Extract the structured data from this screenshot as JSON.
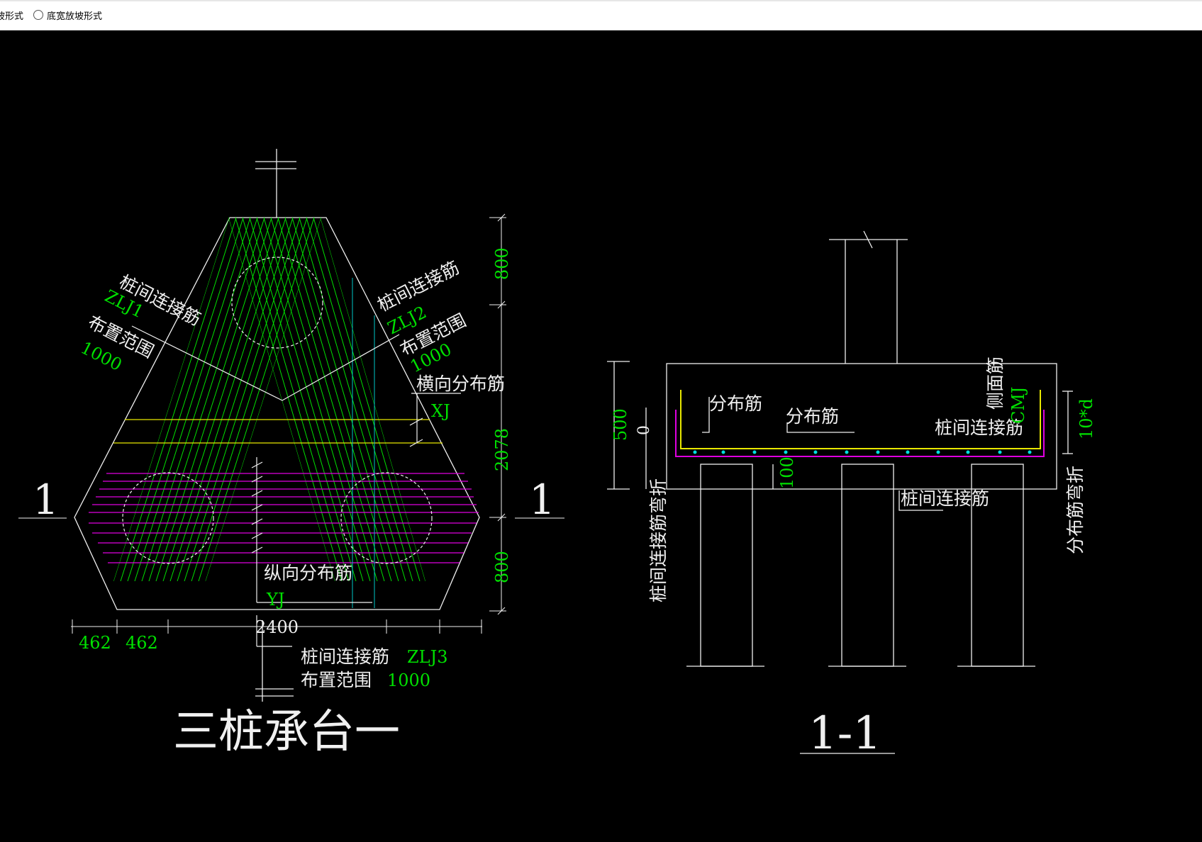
{
  "toolbar": {
    "option1_label": "坡形式",
    "option2_label": "底宽放坡形式"
  },
  "plan": {
    "title": "三桩承台一",
    "section_mark_left": "1",
    "section_mark_right": "1",
    "zlj1": {
      "name": "桩间连接筋",
      "code": "ZLJ1",
      "range_label": "布置范围",
      "range_value": "1000"
    },
    "zlj2": {
      "name": "桩间连接筋",
      "code": "ZLJ2",
      "range_label": "布置范围",
      "range_value": "1000"
    },
    "zlj3": {
      "name": "桩间连接筋",
      "code": "ZLJ3",
      "range_label": "布置范围",
      "range_value": "1000"
    },
    "xj": {
      "name": "横向分布筋",
      "code": "XJ"
    },
    "yj": {
      "name": "纵向分布筋",
      "code": "YJ"
    },
    "dims": {
      "top": "800",
      "middle": "2078",
      "bottom": "800",
      "left1": "462",
      "left2": "462",
      "width": "2400"
    }
  },
  "section": {
    "title": "1-1",
    "dist_bar_1": "分布筋",
    "dist_bar_2": "分布筋",
    "side_bar": "侧面筋",
    "side_bar_code": "CMJ",
    "pile_bar_right": "桩间连接筋",
    "pile_bar_bottom": "桩间连接筋",
    "pile_bar_bend": "桩间连接筋弯折",
    "dist_bar_bend": "分布筋弯折",
    "dims": {
      "height": "500",
      "zero": "0",
      "cover": "100",
      "bend": "10*d"
    }
  },
  "colors": {
    "background": "#000000",
    "line": "#ffffff",
    "green": "#00e000",
    "magenta": "#e000e0",
    "yellow": "#e8e800",
    "cyan": "#00c8c8"
  }
}
